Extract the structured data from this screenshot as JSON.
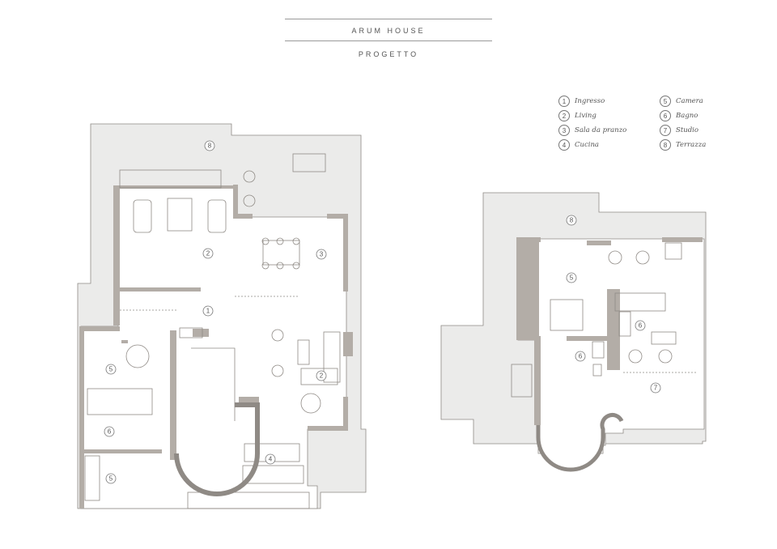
{
  "header": {
    "title": "ARUM HOUSE",
    "subtitle": "PROGETTO"
  },
  "legend": [
    {
      "num": "1",
      "label": "Ingresso"
    },
    {
      "num": "2",
      "label": "Living"
    },
    {
      "num": "3",
      "label": "Sala da pranzo"
    },
    {
      "num": "4",
      "label": "Cucina"
    },
    {
      "num": "5",
      "label": "Camera"
    },
    {
      "num": "6",
      "label": "Bagno"
    },
    {
      "num": "7",
      "label": "Studio"
    },
    {
      "num": "8",
      "label": "Terrazza"
    }
  ],
  "plan_left_labels": [
    "8",
    "2",
    "3",
    "1",
    "2",
    "5",
    "6",
    "4",
    "5"
  ],
  "plan_right_labels": [
    "8",
    "5",
    "6",
    "6",
    "7"
  ],
  "colors": {
    "terrace": "#ebebea",
    "wall": "#b3ada7",
    "line": "#8f8a85",
    "floor": "#ffffff"
  }
}
